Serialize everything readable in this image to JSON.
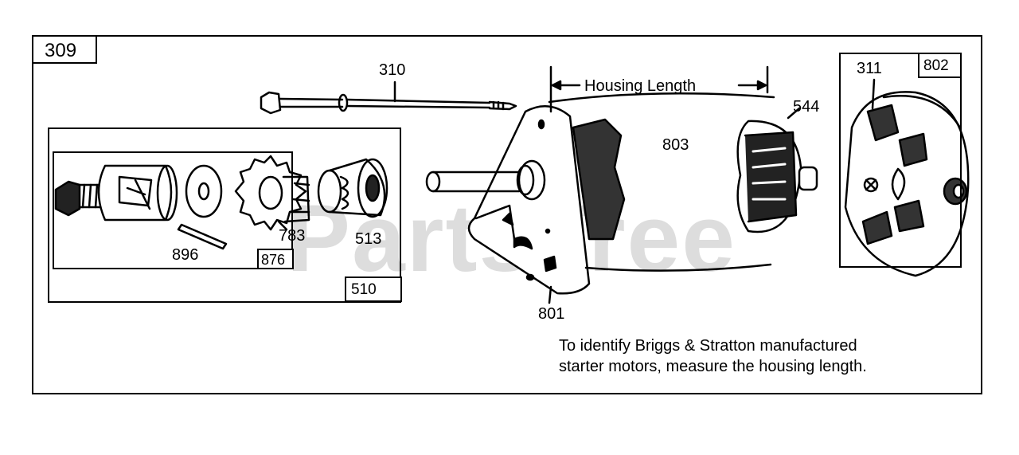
{
  "diagram": {
    "labels": {
      "assembly": "309",
      "bolt": "310",
      "drive_assembly": "510",
      "key": "896",
      "clutch_kit": "876",
      "pinion_gear": "783",
      "drive_spring": "513",
      "housing_length": "Housing Length",
      "housing": "803",
      "armature": "544",
      "end_cap": "801",
      "brush_holder": "311",
      "end_plate": "802"
    },
    "note": {
      "line1": "To identify Briggs & Stratton manufactured",
      "line2": "starter motors, measure the housing length."
    },
    "watermark": "PartsTree"
  }
}
